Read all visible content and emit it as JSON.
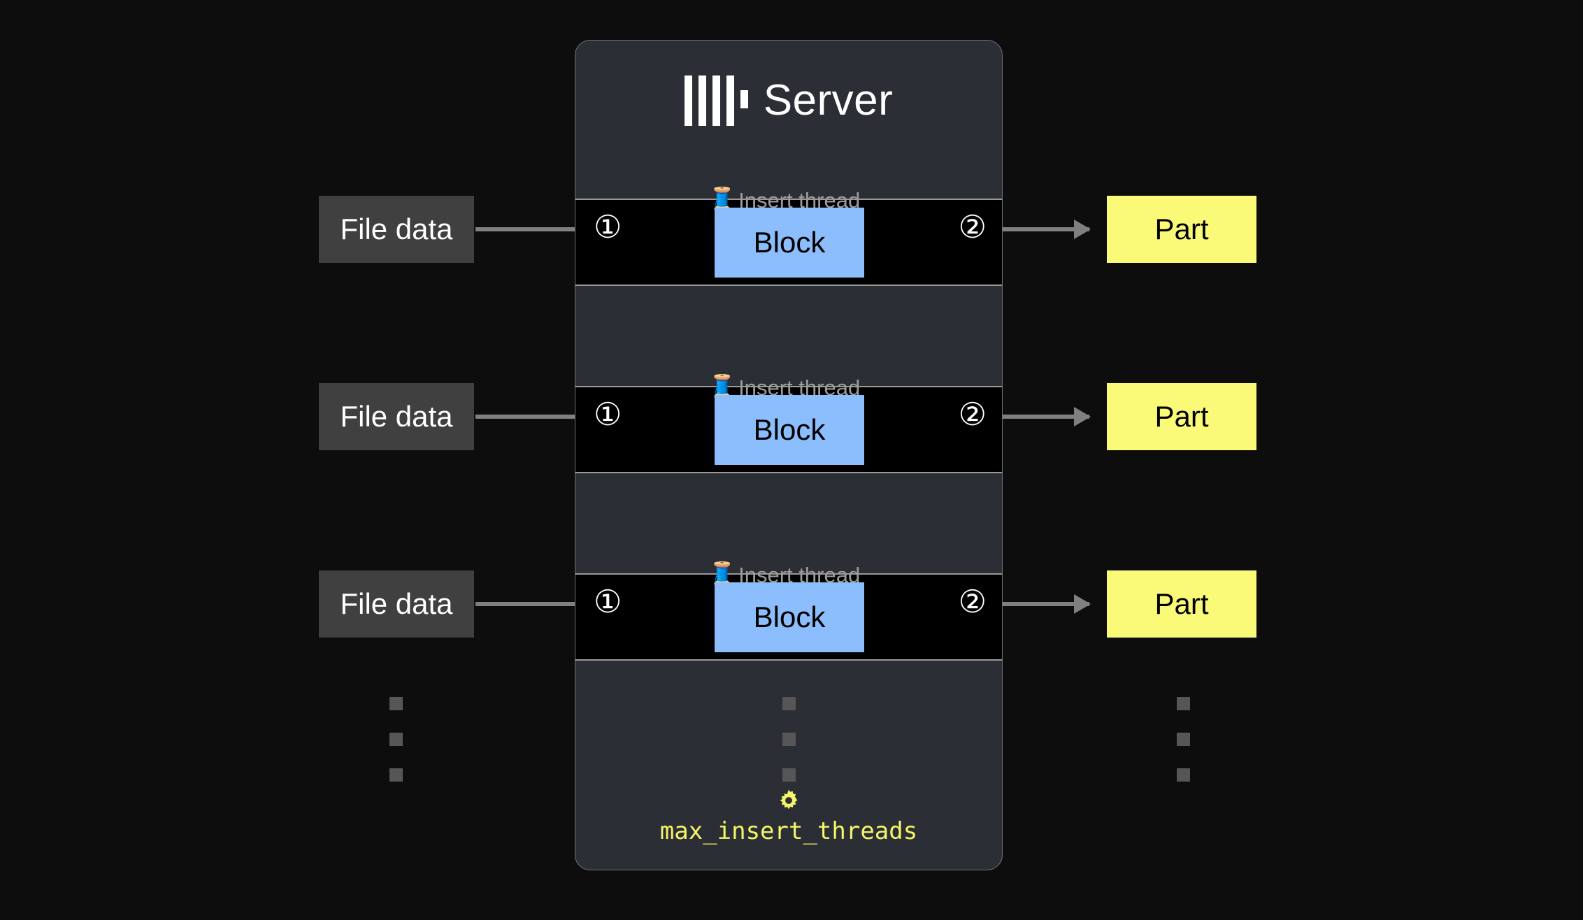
{
  "page": {
    "background_color": "#0d0d0d"
  },
  "server": {
    "title": "Server",
    "logo_icon": "clickhouse-logo-icon",
    "card_color": "#2b2e34",
    "border_color": "#6e7278",
    "threads": [
      {
        "label": "Insert thread",
        "emoji": "🧵",
        "step_in": "①",
        "step_out": "②",
        "block_label": "Block",
        "block_color": "#8cbdfc",
        "source_label": "File data",
        "source_color": "#404040",
        "target_label": "Part",
        "target_color": "#fafa78"
      },
      {
        "label": "Insert thread",
        "emoji": "🧵",
        "step_in": "①",
        "step_out": "②",
        "block_label": "Block",
        "block_color": "#8cbdfc",
        "source_label": "File data",
        "source_color": "#404040",
        "target_label": "Part",
        "target_color": "#fafa78"
      },
      {
        "label": "Insert thread",
        "emoji": "🧵",
        "step_in": "①",
        "step_out": "②",
        "block_label": "Block",
        "block_color": "#8cbdfc",
        "source_label": "File data",
        "source_color": "#404040",
        "target_label": "Part",
        "target_color": "#fafa78"
      }
    ],
    "setting": {
      "icon": "gear-icon",
      "name": "max_insert_threads",
      "color": "#f5f56a"
    },
    "continuation_indicator": {
      "icon": "vertical-ellipsis-icon",
      "dot_count": 3,
      "dot_color": "#565656"
    }
  }
}
